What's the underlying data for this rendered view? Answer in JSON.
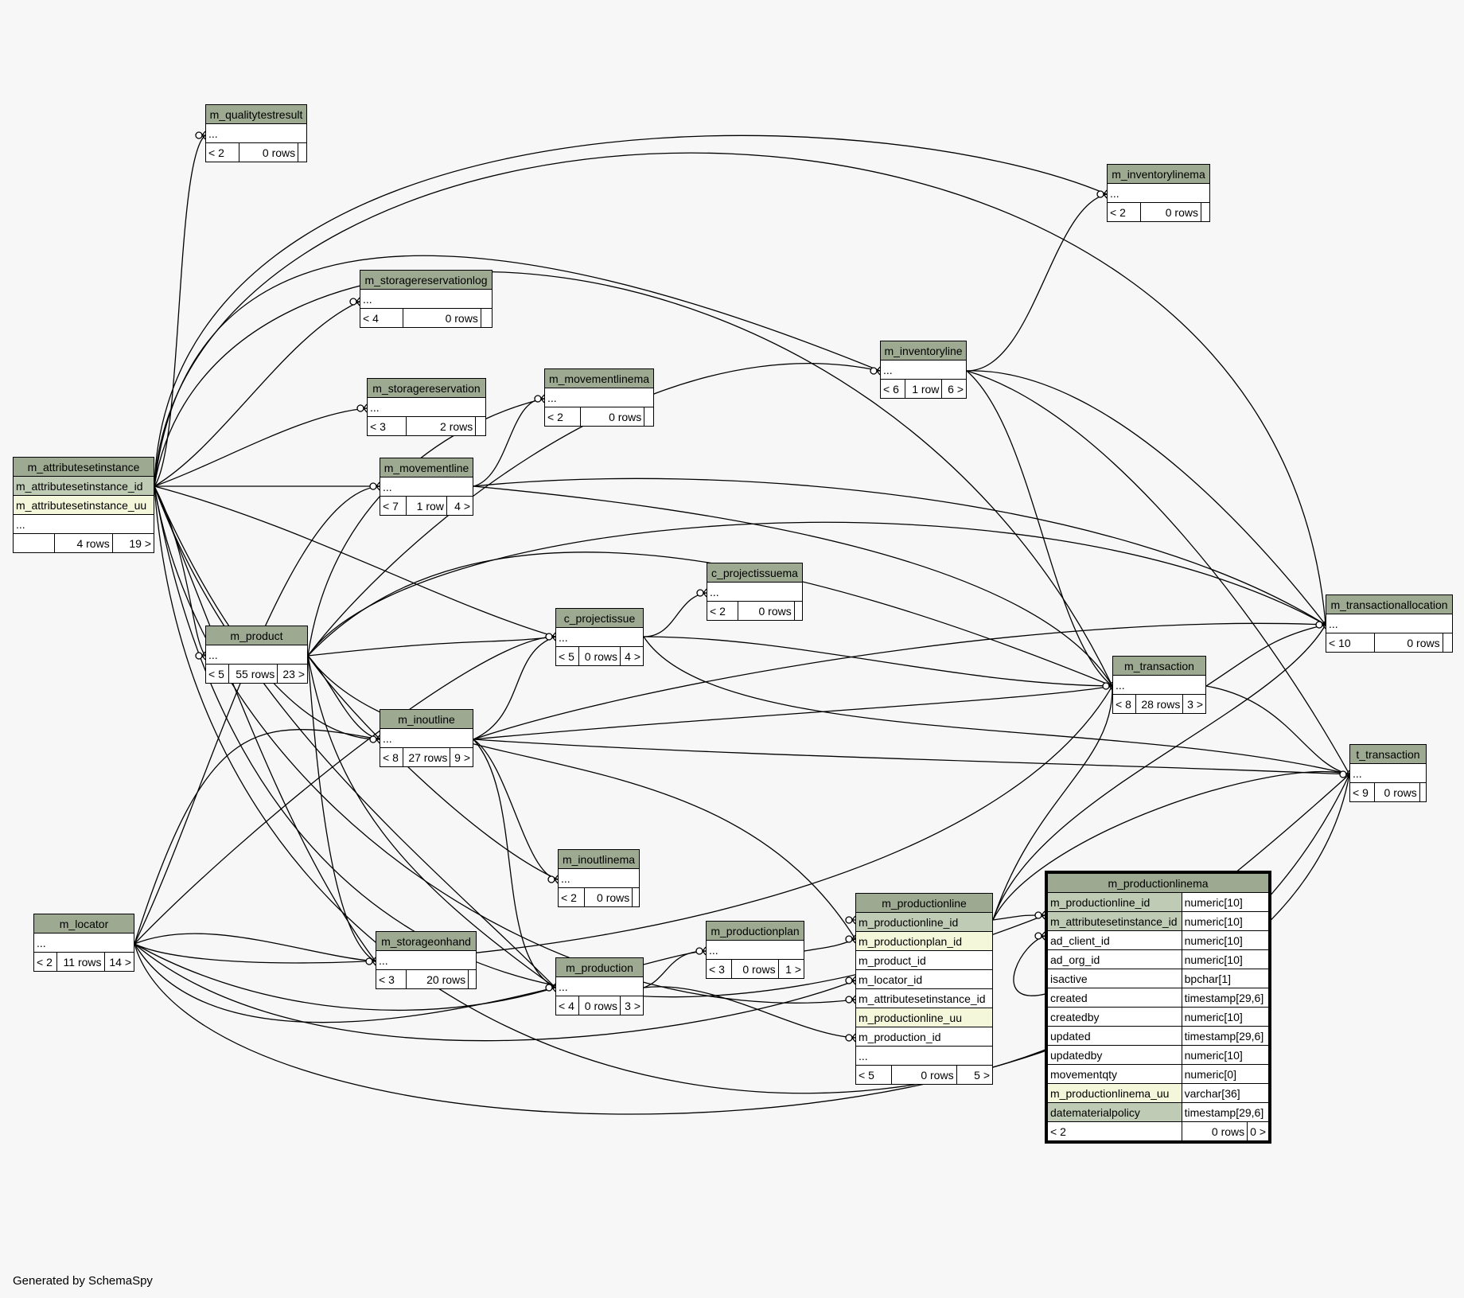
{
  "footer": {
    "credit": "Generated by SchemaSpy"
  },
  "colors": {
    "background": "#f7f7f7",
    "header": "#9daa91",
    "pk": "#bfcbb4",
    "unique": "#f4f7da",
    "line": "#000000"
  },
  "tables": {
    "m_qualitytestresult": {
      "name": "m_qualitytestresult",
      "rows": [
        "..."
      ],
      "stats": [
        "< 2",
        "0 rows",
        ""
      ]
    },
    "m_inventorylinema": {
      "name": "m_inventorylinema",
      "rows": [
        "..."
      ],
      "stats": [
        "< 2",
        "0 rows",
        ""
      ]
    },
    "m_storagereservationlog": {
      "name": "m_storagereservationlog",
      "rows": [
        "..."
      ],
      "stats": [
        "< 4",
        "0 rows",
        ""
      ]
    },
    "m_inventoryline": {
      "name": "m_inventoryline",
      "rows": [
        "..."
      ],
      "stats": [
        "< 6",
        "1 row",
        "6 >"
      ]
    },
    "m_storagereservation": {
      "name": "m_storagereservation",
      "rows": [
        "..."
      ],
      "stats": [
        "< 3",
        "2 rows",
        ""
      ]
    },
    "m_movementlinema": {
      "name": "m_movementlinema",
      "rows": [
        "..."
      ],
      "stats": [
        "< 2",
        "0 rows",
        ""
      ]
    },
    "m_attributesetinstance": {
      "name": "m_attributesetinstance",
      "rows": [
        "m_attributesetinstance_id",
        "m_attributesetinstance_uu",
        "..."
      ],
      "stats": [
        "",
        "4 rows",
        "19 >"
      ]
    },
    "m_movementline": {
      "name": "m_movementline",
      "rows": [
        "..."
      ],
      "stats": [
        "< 7",
        "1 row",
        "4 >"
      ]
    },
    "c_projectissuema": {
      "name": "c_projectissuema",
      "rows": [
        "..."
      ],
      "stats": [
        "< 2",
        "0 rows",
        ""
      ]
    },
    "m_transactionallocation": {
      "name": "m_transactionallocation",
      "rows": [
        "..."
      ],
      "stats": [
        "< 10",
        "0 rows",
        ""
      ]
    },
    "m_product": {
      "name": "m_product",
      "rows": [
        "..."
      ],
      "stats": [
        "< 5",
        "55 rows",
        "23 >"
      ]
    },
    "c_projectissue": {
      "name": "c_projectissue",
      "rows": [
        "..."
      ],
      "stats": [
        "< 5",
        "0 rows",
        "4 >"
      ]
    },
    "m_transaction": {
      "name": "m_transaction",
      "rows": [
        "..."
      ],
      "stats": [
        "< 8",
        "28 rows",
        "3 >"
      ]
    },
    "m_inoutline": {
      "name": "m_inoutline",
      "rows": [
        "..."
      ],
      "stats": [
        "< 8",
        "27 rows",
        "9 >"
      ]
    },
    "t_transaction": {
      "name": "t_transaction",
      "rows": [
        "..."
      ],
      "stats": [
        "< 9",
        "0 rows",
        ""
      ]
    },
    "m_inoutlinema": {
      "name": "m_inoutlinema",
      "rows": [
        "..."
      ],
      "stats": [
        "< 2",
        "0 rows",
        ""
      ]
    },
    "m_locator": {
      "name": "m_locator",
      "rows": [
        "..."
      ],
      "stats": [
        "< 2",
        "11 rows",
        "14 >"
      ]
    },
    "m_storageonhand": {
      "name": "m_storageonhand",
      "rows": [
        "..."
      ],
      "stats": [
        "< 3",
        "20 rows",
        ""
      ]
    },
    "m_productionplan": {
      "name": "m_productionplan",
      "rows": [
        "..."
      ],
      "stats": [
        "< 3",
        "0 rows",
        "1 >"
      ]
    },
    "m_production": {
      "name": "m_production",
      "rows": [
        "..."
      ],
      "stats": [
        "< 4",
        "0 rows",
        "3 >"
      ]
    },
    "m_productionline": {
      "name": "m_productionline",
      "rows": [
        "m_productionline_id",
        "m_productionplan_id",
        "m_product_id",
        "m_locator_id",
        "m_attributesetinstance_id",
        "m_productionline_uu",
        "m_production_id",
        "..."
      ],
      "stats": [
        "< 5",
        "0 rows",
        "5 >"
      ]
    },
    "m_productionlinema": {
      "name": "m_productionlinema",
      "columns": [
        [
          "m_productionline_id",
          "numeric[10]"
        ],
        [
          "m_attributesetinstance_id",
          "numeric[10]"
        ],
        [
          "ad_client_id",
          "numeric[10]"
        ],
        [
          "ad_org_id",
          "numeric[10]"
        ],
        [
          "isactive",
          "bpchar[1]"
        ],
        [
          "created",
          "timestamp[29,6]"
        ],
        [
          "createdby",
          "numeric[10]"
        ],
        [
          "updated",
          "timestamp[29,6]"
        ],
        [
          "updatedby",
          "numeric[10]"
        ],
        [
          "movementqty",
          "numeric[0]"
        ],
        [
          "m_productionlinema_uu",
          "varchar[36]"
        ],
        [
          "datematerialpolicy",
          "timestamp[29,6]"
        ]
      ],
      "stats": [
        "< 2",
        "0 rows",
        "0 >"
      ]
    }
  }
}
